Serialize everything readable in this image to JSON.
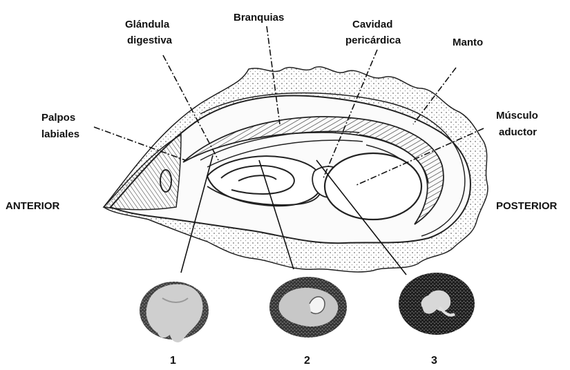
{
  "labels": {
    "glandula_line1": "Glándula",
    "glandula_line2": "digestiva",
    "branquias": "Branquias",
    "cavidad_line1": "Cavidad",
    "cavidad_line2": "pericárdica",
    "manto": "Manto",
    "palpos_line1": "Palpos",
    "palpos_line2": "labiales",
    "musculo_line1": "Músculo",
    "musculo_line2": "aductor",
    "anterior": "ANTERIOR",
    "posterior": "POSTERIOR"
  },
  "sections": [
    {
      "number": "1"
    },
    {
      "number": "2"
    },
    {
      "number": "3"
    }
  ],
  "colors": {
    "ink": "#1a1a1a",
    "section_dark": "#2a2a2a",
    "section_mid": "#7a7a7a",
    "section_light": "#cfcfcf"
  }
}
